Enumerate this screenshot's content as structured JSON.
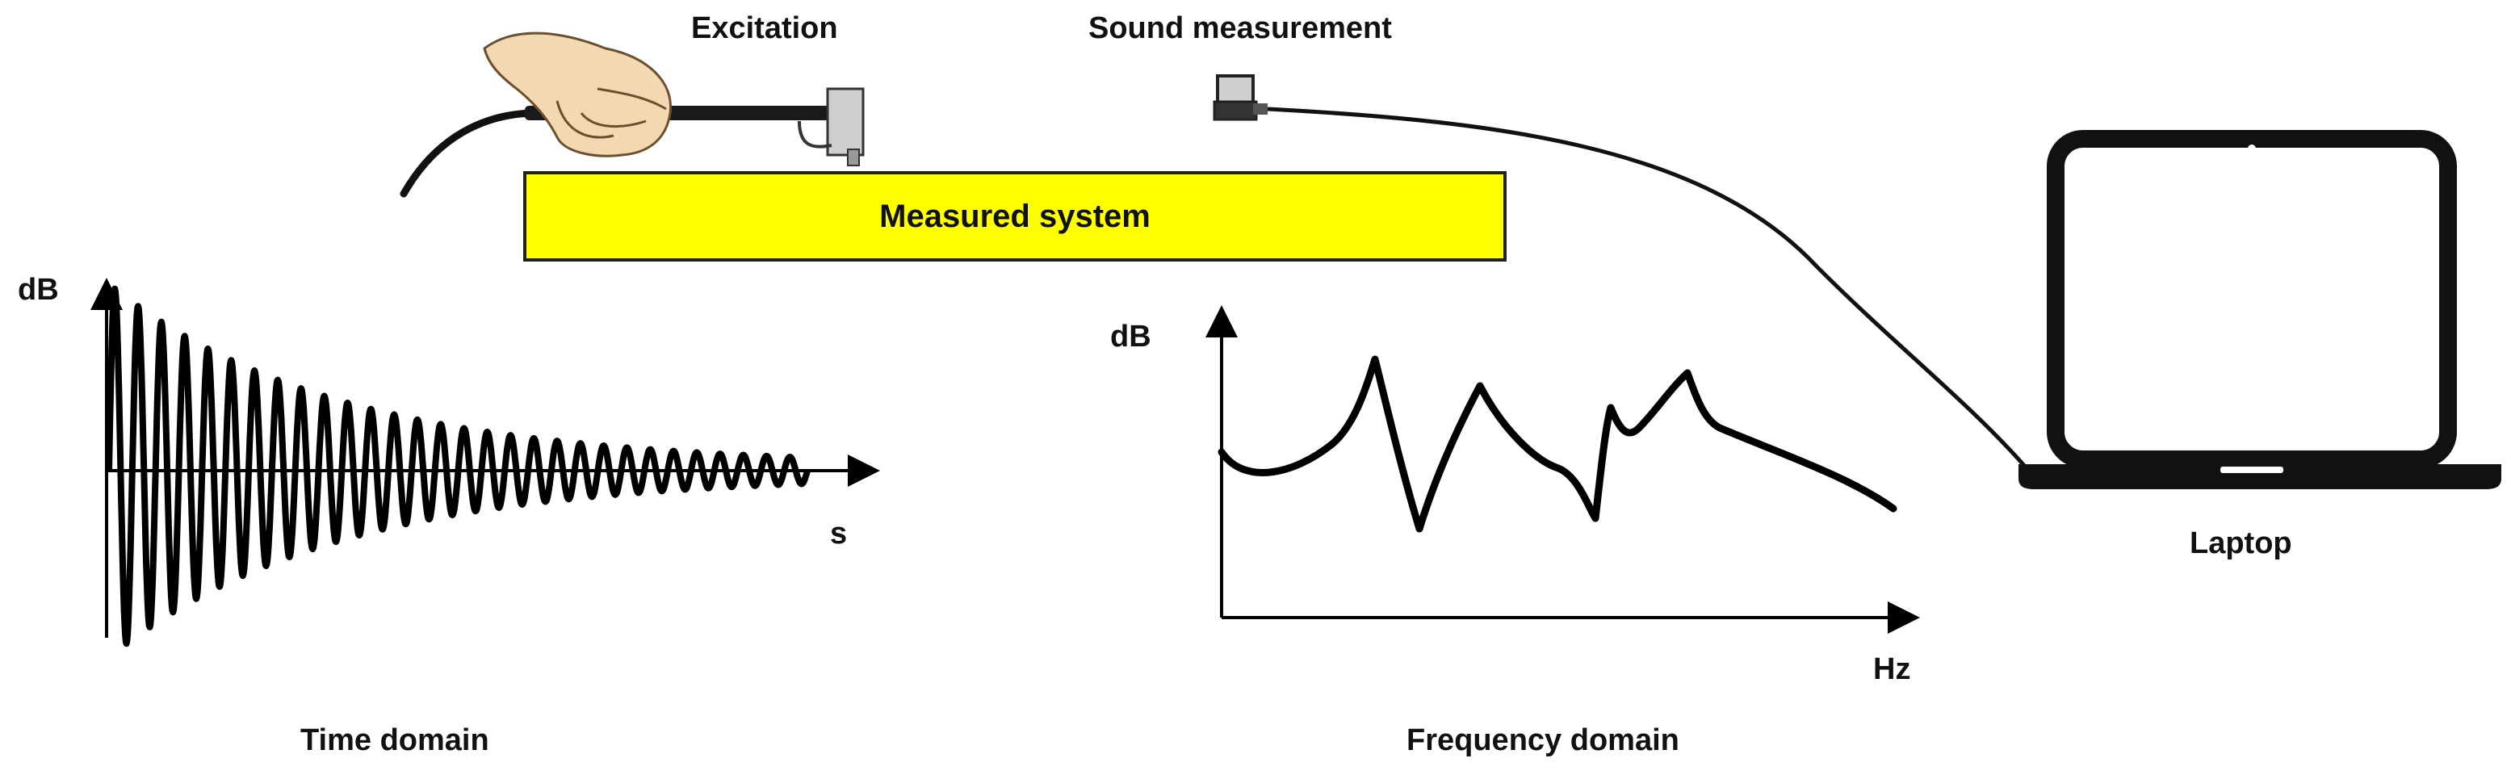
{
  "labels": {
    "excitation": "Excitation",
    "sound_measurement": "Sound measurement",
    "measured_system": "Measured system",
    "laptop": "Laptop",
    "time_domain": "Time domain",
    "frequency_domain": "Frequency domain"
  },
  "time_plot": {
    "y_axis_label": "dB",
    "x_axis_label": "s"
  },
  "frequency_plot": {
    "y_axis_label": "dB",
    "x_axis_label": "Hz"
  },
  "colors": {
    "system_fill": "#ffff00",
    "line": "#000000",
    "hand": "#f3d9b1"
  },
  "icons": [
    "hand-icon",
    "impact-hammer-icon",
    "microphone-icon",
    "laptop-icon"
  ]
}
